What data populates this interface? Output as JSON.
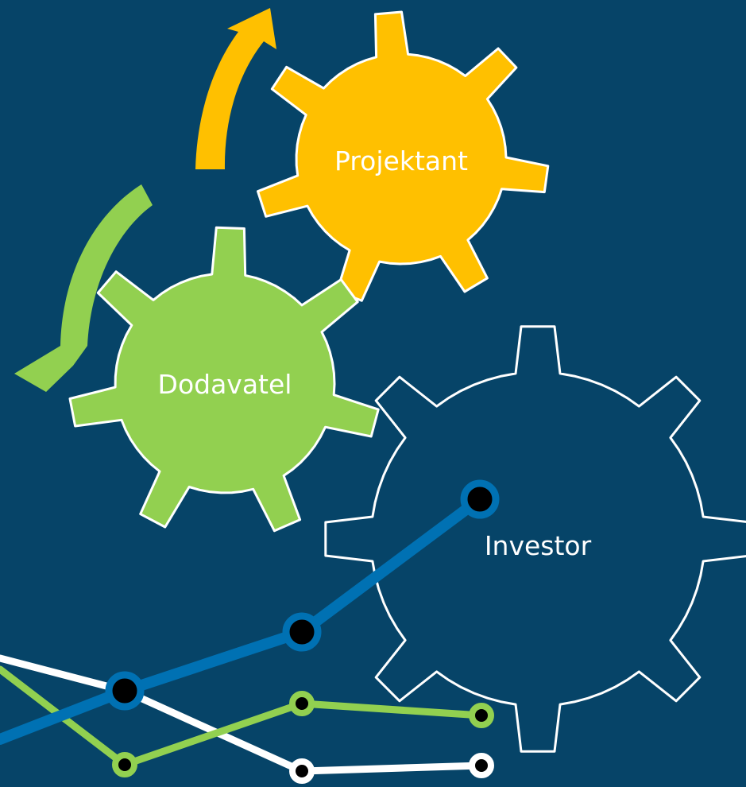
{
  "gears": {
    "projektant": {
      "label": "Projektant",
      "color": "#FFC000"
    },
    "dodavatel": {
      "label": "Dodavatel",
      "color": "#92D050"
    },
    "investor": {
      "label": "Investor",
      "color": "#064468"
    }
  },
  "arrows": {
    "upper": {
      "color": "#FFC000",
      "direction": "up"
    },
    "lower": {
      "color": "#92D050",
      "direction": "down"
    }
  },
  "lines": [
    {
      "name": "blue",
      "color": "#0071B3",
      "marker_fill": "#000000"
    },
    {
      "name": "white",
      "color": "#FFFFFF",
      "marker_fill": "#000000"
    },
    {
      "name": "green",
      "color": "#92D050",
      "marker_fill": "#000000"
    }
  ],
  "colors": {
    "background": "#064468",
    "outline": "#FFFFFF"
  }
}
